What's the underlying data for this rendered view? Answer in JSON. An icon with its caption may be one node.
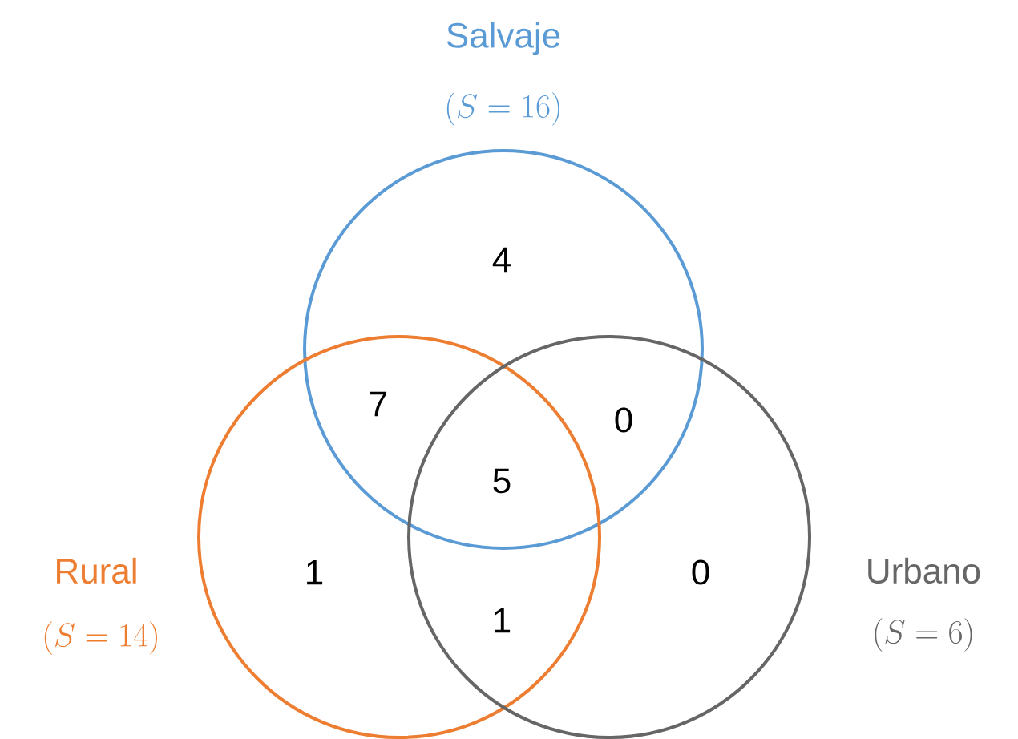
{
  "diagram": {
    "nodes": [
      {
        "text": [
          "Salvaje",
          "(S = 16)"
        ]
      },
      {
        "text": [
          "Rural",
          "(S = 14)"
        ]
      },
      {
        "text": [
          "Urbano",
          "(S = 6)"
        ]
      }
    ],
    "labels": [
      "4",
      "7",
      "0",
      "5",
      "1",
      "0",
      "1"
    ]
  }
}
